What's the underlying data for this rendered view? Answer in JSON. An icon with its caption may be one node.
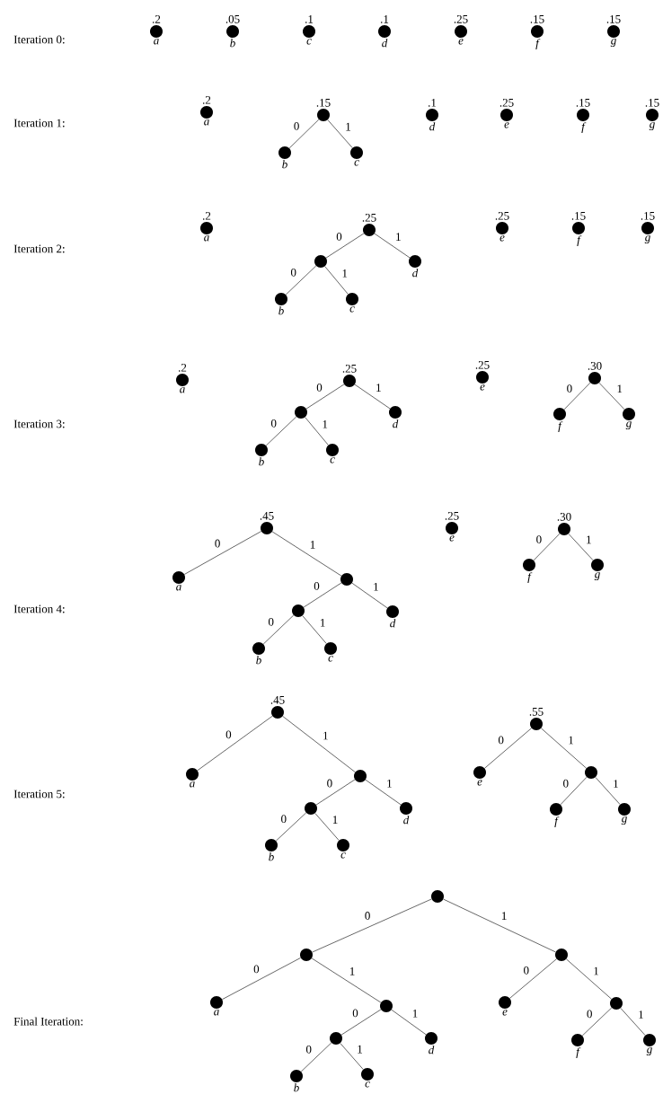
{
  "diagram": {
    "nodes": [
      {
        "text": [
          ".2"
        ],
        "beside": [
          "a"
        ]
      },
      {
        "text": [
          ".05"
        ],
        "beside": [
          "b"
        ]
      },
      {
        "text": [
          ".1"
        ],
        "beside": [
          "c"
        ]
      },
      {
        "text": [
          ".1"
        ],
        "beside": [
          "d"
        ]
      },
      {
        "text": [
          ".25"
        ],
        "beside": [
          "e"
        ]
      },
      {
        "text": [
          ".15"
        ],
        "beside": [
          "f"
        ]
      },
      {
        "text": [
          ".15"
        ],
        "beside": [
          "g"
        ]
      },
      {
        "text": [
          ".2"
        ],
        "beside": [
          "a"
        ]
      },
      {
        "text": [
          ".15"
        ]
      },
      {
        "text": [],
        "shape": "circle",
        "beside": [
          "b"
        ]
      },
      {
        "text": [],
        "shape": "circle",
        "beside": [
          "c"
        ]
      },
      {
        "text": [
          ".1"
        ],
        "beside": [
          "d"
        ]
      },
      {
        "text": [
          ".25"
        ],
        "beside": [
          "e"
        ]
      },
      {
        "text": [
          ".15"
        ],
        "beside": [
          "f"
        ]
      },
      {
        "text": [
          ".15"
        ],
        "beside": [
          "g"
        ]
      },
      {
        "text": [
          ".2"
        ],
        "beside": [
          "a"
        ]
      },
      {
        "text": [
          ".25"
        ]
      },
      {
        "text": [],
        "shape": "circle"
      },
      {
        "text": [],
        "shape": "circle",
        "beside": [
          "d"
        ]
      },
      {
        "text": [],
        "shape": "circle",
        "beside": [
          "b"
        ]
      },
      {
        "text": [],
        "shape": "circle",
        "beside": [
          "c"
        ]
      },
      {
        "text": [
          ".25"
        ],
        "beside": [
          "e"
        ]
      },
      {
        "text": [
          ".15"
        ],
        "beside": [
          "f"
        ]
      },
      {
        "text": [
          ".15"
        ],
        "beside": [
          "g"
        ]
      },
      {
        "text": [
          ".2"
        ],
        "beside": [
          "a"
        ]
      },
      {
        "text": [
          ".25"
        ]
      },
      {
        "text": [],
        "shape": "circle"
      },
      {
        "text": [],
        "shape": "circle",
        "beside": [
          "d"
        ]
      },
      {
        "text": [],
        "shape": "circle",
        "beside": [
          "b"
        ]
      },
      {
        "text": [],
        "shape": "circle",
        "beside": [
          "c"
        ]
      },
      {
        "text": [
          ".25"
        ],
        "beside": [
          "e"
        ]
      },
      {
        "text": [
          ".30"
        ]
      },
      {
        "text": [],
        "shape": "circle",
        "beside": [
          "f"
        ]
      },
      {
        "text": [],
        "shape": "circle",
        "beside": [
          "g"
        ]
      },
      {
        "text": [
          ".45"
        ]
      },
      {
        "text": [],
        "shape": "circle",
        "beside": [
          "a"
        ]
      },
      {
        "text": [],
        "shape": "circle"
      },
      {
        "text": [],
        "shape": "circle"
      },
      {
        "text": [],
        "shape": "circle",
        "beside": [
          "d"
        ]
      },
      {
        "text": [],
        "shape": "circle",
        "beside": [
          "b"
        ]
      },
      {
        "text": [],
        "shape": "circle",
        "beside": [
          "c"
        ]
      },
      {
        "text": [
          ".25"
        ],
        "beside": [
          "e"
        ]
      },
      {
        "text": [
          ".30"
        ]
      },
      {
        "text": [],
        "shape": "circle",
        "beside": [
          "f"
        ]
      },
      {
        "text": [],
        "shape": "circle",
        "beside": [
          "g"
        ]
      },
      {
        "text": [
          ".45"
        ]
      },
      {
        "text": [],
        "shape": "circle",
        "beside": [
          "a"
        ]
      },
      {
        "text": [],
        "shape": "circle"
      },
      {
        "text": [],
        "shape": "circle"
      },
      {
        "text": [],
        "shape": "circle",
        "beside": [
          "d"
        ]
      },
      {
        "text": [],
        "shape": "circle",
        "beside": [
          "b"
        ]
      },
      {
        "text": [],
        "shape": "circle",
        "beside": [
          "c"
        ]
      },
      {
        "text": [
          ".55"
        ]
      },
      {
        "text": [],
        "shape": "circle",
        "beside": [
          "e"
        ]
      },
      {
        "text": [],
        "shape": "circle"
      },
      {
        "text": [],
        "shape": "circle",
        "beside": [
          "f"
        ]
      },
      {
        "text": [],
        "shape": "circle",
        "beside": [
          "g"
        ]
      },
      {
        "text": [],
        "shape": "circle"
      },
      {
        "text": [],
        "shape": "circle"
      },
      {
        "text": [],
        "shape": "circle"
      },
      {
        "text": [],
        "shape": "circle",
        "beside": [
          "a"
        ]
      },
      {
        "text": [],
        "shape": "circle"
      },
      {
        "text": [],
        "shape": "circle"
      },
      {
        "text": [],
        "shape": "circle",
        "beside": [
          "d"
        ]
      },
      {
        "text": [],
        "shape": "circle",
        "beside": [
          "b"
        ]
      },
      {
        "text": [],
        "shape": "circle",
        "beside": [
          "c"
        ]
      },
      {
        "text": [],
        "shape": "circle",
        "beside": [
          "e"
        ]
      },
      {
        "text": [],
        "shape": "circle"
      },
      {
        "text": [],
        "shape": "circle",
        "beside": [
          "f"
        ]
      },
      {
        "text": [],
        "shape": "circle",
        "beside": [
          "g"
        ]
      }
    ],
    "edges": [
      {
        "from": 8,
        "to": 9,
        "arrow": "none",
        "label": "0"
      },
      {
        "from": 8,
        "to": 10,
        "arrow": "none",
        "label": "1"
      },
      {
        "from": 16,
        "to": 17,
        "arrow": "none",
        "label": "0"
      },
      {
        "from": 16,
        "to": 18,
        "arrow": "none",
        "label": "1"
      },
      {
        "from": 17,
        "to": 19,
        "arrow": "none",
        "label": "0"
      },
      {
        "from": 17,
        "to": 20,
        "arrow": "none",
        "label": "1"
      },
      {
        "from": 25,
        "to": 26,
        "arrow": "none",
        "label": "0"
      },
      {
        "from": 25,
        "to": 27,
        "arrow": "none",
        "label": "1"
      },
      {
        "from": 26,
        "to": 28,
        "arrow": "none",
        "label": "0"
      },
      {
        "from": 26,
        "to": 29,
        "arrow": "none",
        "label": "1"
      },
      {
        "from": 31,
        "to": 32,
        "arrow": "none",
        "label": "0"
      },
      {
        "from": 31,
        "to": 33,
        "arrow": "none",
        "label": "1"
      },
      {
        "from": 34,
        "to": 35,
        "arrow": "none",
        "label": "0"
      },
      {
        "from": 34,
        "to": 36,
        "arrow": "none",
        "label": "1"
      },
      {
        "from": 36,
        "to": 37,
        "arrow": "none",
        "label": "0"
      },
      {
        "from": 36,
        "to": 38,
        "arrow": "none",
        "label": "1"
      },
      {
        "from": 37,
        "to": 39,
        "arrow": "none",
        "label": "0"
      },
      {
        "from": 37,
        "to": 40,
        "arrow": "none",
        "label": "1"
      },
      {
        "from": 42,
        "to": 43,
        "arrow": "none",
        "label": "0"
      },
      {
        "from": 42,
        "to": 44,
        "arrow": "none",
        "label": "1"
      },
      {
        "from": 45,
        "to": 46,
        "arrow": "none",
        "label": "0"
      },
      {
        "from": 45,
        "to": 47,
        "arrow": "none",
        "label": "1"
      },
      {
        "from": 47,
        "to": 48,
        "arrow": "none",
        "label": "0"
      },
      {
        "from": 47,
        "to": 49,
        "arrow": "none",
        "label": "1"
      },
      {
        "from": 48,
        "to": 50,
        "arrow": "none",
        "label": "0"
      },
      {
        "from": 48,
        "to": 51,
        "arrow": "none",
        "label": "1"
      },
      {
        "from": 52,
        "to": 53,
        "arrow": "none",
        "label": "0"
      },
      {
        "from": 52,
        "to": 54,
        "arrow": "none",
        "label": "1"
      },
      {
        "from": 54,
        "to": 55,
        "arrow": "none",
        "label": "0"
      },
      {
        "from": 54,
        "to": 56,
        "arrow": "none",
        "label": "1"
      },
      {
        "from": 57,
        "to": 58,
        "arrow": "none",
        "label": "0"
      },
      {
        "from": 57,
        "to": 59,
        "arrow": "none",
        "label": "1"
      },
      {
        "from": 58,
        "to": 60,
        "arrow": "none",
        "label": "0"
      },
      {
        "from": 58,
        "to": 61,
        "arrow": "none",
        "label": "1"
      },
      {
        "from": 61,
        "to": 62,
        "arrow": "none",
        "label": "0"
      },
      {
        "from": 61,
        "to": 63,
        "arrow": "none",
        "label": "1"
      },
      {
        "from": 62,
        "to": 64,
        "arrow": "none",
        "label": "0"
      },
      {
        "from": 62,
        "to": 65,
        "arrow": "none",
        "label": "1"
      },
      {
        "from": 59,
        "to": 66,
        "arrow": "none",
        "label": "0"
      },
      {
        "from": 59,
        "to": 67,
        "arrow": "none",
        "label": "1"
      },
      {
        "from": 67,
        "to": 68,
        "arrow": "none",
        "label": "0"
      },
      {
        "from": 67,
        "to": 69,
        "arrow": "none",
        "label": "1"
      }
    ],
    "labels": [
      "Iteration 0:",
      "Iteration 1:",
      "Iteration 2:",
      "Iteration 3:",
      "Iteration 4:",
      "Iteration 5:",
      "Final Iteration:"
    ]
  }
}
